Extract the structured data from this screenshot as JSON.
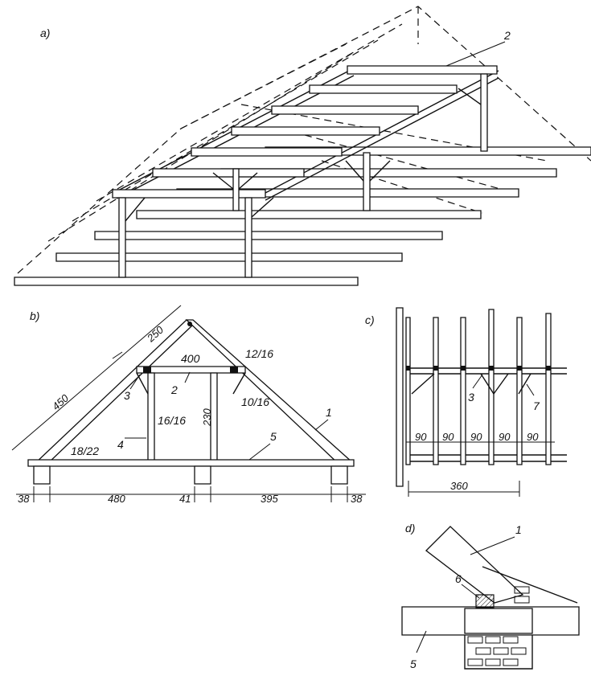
{
  "panels": {
    "a": {
      "label": "a)",
      "callouts": [
        "2"
      ]
    },
    "b": {
      "label": "b)",
      "member_labels": [
        "250",
        "400",
        "12/16",
        "450",
        "3",
        "2",
        "10/16",
        "230",
        "16/16",
        "1",
        "4",
        "5",
        "18/22"
      ],
      "bottom_dims": [
        "38",
        "480",
        "41",
        "395",
        "38"
      ]
    },
    "c": {
      "label": "c)",
      "callouts": [
        "3",
        "7"
      ],
      "spacings": [
        "90",
        "90",
        "90",
        "90",
        "90"
      ],
      "total": "360"
    },
    "d": {
      "label": "d)",
      "callouts": [
        "1",
        "6",
        "5"
      ]
    }
  }
}
